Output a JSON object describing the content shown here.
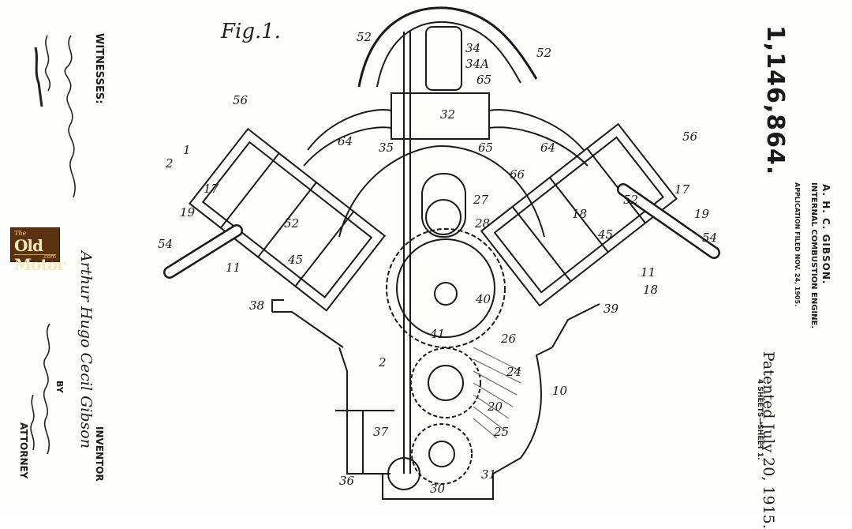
{
  "figure_label": "Fig.1.",
  "header": {
    "patent_number": "1,146,864.",
    "inventor_name": "A. H. C. GIBSON.",
    "title": "INTERNAL COMBUSTION ENGINE.",
    "application": "APPLICATION FILED NOV. 24, 1905.",
    "patented": "Patented July 20, 1915.",
    "sheets": "4 SHEETS—SHEET 1."
  },
  "signatures": {
    "witnesses_label": "WITNESSES:",
    "inventor_label": "INVENTOR",
    "by_label": "BY",
    "attorney_label": "ATTORNEY",
    "inventor_signature": "Arthur Hugo Cecil Gibson"
  },
  "logo": {
    "the": "The",
    "main": "Old Motor",
    "domain": ".com"
  },
  "reference_numerals": [
    "52",
    "34",
    "34A",
    "52",
    "65",
    "56",
    "32",
    "1",
    "2",
    "64",
    "35",
    "65",
    "64",
    "56",
    "66",
    "17",
    "27",
    "28",
    "17",
    "19",
    "18",
    "52",
    "19",
    "54",
    "52",
    "45",
    "45",
    "54",
    "11",
    "11",
    "40",
    "18",
    "38",
    "41",
    "26",
    "39",
    "2",
    "24",
    "10",
    "20",
    "37",
    "25",
    "36",
    "30",
    "31"
  ],
  "colors": {
    "ink": "#1a1a1a",
    "paper": "#fdfdfb",
    "logo_bg": "#5b3210"
  }
}
